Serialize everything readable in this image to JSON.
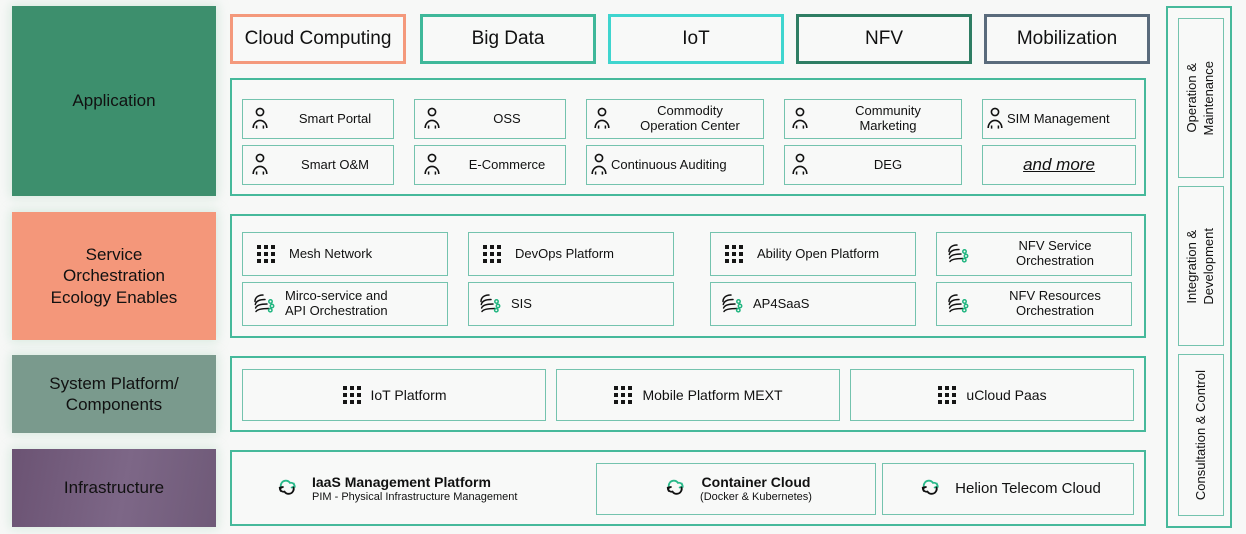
{
  "layers": [
    {
      "id": "application",
      "label": "Application",
      "color": "#3d8f6d"
    },
    {
      "id": "service-orchestration",
      "label": "Service\nOrchestration\nEcology Enables",
      "color": "#f4977a"
    },
    {
      "id": "system-platform",
      "label": "System Platform/\nComponents",
      "color": "#7a9a8d"
    },
    {
      "id": "infrastructure",
      "label": "Infrastructure",
      "color": "#6b5373"
    }
  ],
  "domains": [
    {
      "label": "Cloud Computing",
      "border": "#f4997c"
    },
    {
      "label": "Big Data",
      "border": "#3fb89a"
    },
    {
      "label": "IoT",
      "border": "#3fd5cf"
    },
    {
      "label": "NFV",
      "border": "#2e7d63"
    },
    {
      "label": "Mobilization",
      "border": "#5a6b7c"
    }
  ],
  "application_items": [
    {
      "label": "Smart Portal",
      "icon": "person-icon"
    },
    {
      "label": "OSS",
      "icon": "person-icon"
    },
    {
      "label": "Commodity\nOperation Center",
      "icon": "person-icon"
    },
    {
      "label": "Community\nMarketing",
      "icon": "person-icon"
    },
    {
      "label": "SIM Management",
      "icon": "person-icon"
    },
    {
      "label": "Smart O&M",
      "icon": "person-icon"
    },
    {
      "label": "E-Commerce",
      "icon": "person-icon"
    },
    {
      "label": "Continuous Auditing",
      "icon": "person-icon"
    },
    {
      "label": "DEG",
      "icon": "person-icon"
    },
    {
      "label": "and more",
      "icon": "none"
    }
  ],
  "service_items": [
    {
      "label": "Mesh Network",
      "icon": "grid-dots-icon"
    },
    {
      "label": "DevOps Platform",
      "icon": "grid-dots-icon"
    },
    {
      "label": "Ability Open Platform",
      "icon": "grid-dots-icon"
    },
    {
      "label": "NFV Service\nOrchestration",
      "icon": "network-fan-icon"
    },
    {
      "label": "Mirco-service and\nAPI Orchestration",
      "icon": "network-fan-icon"
    },
    {
      "label": "SIS",
      "icon": "network-fan-icon"
    },
    {
      "label": "AP4SaaS",
      "icon": "network-fan-icon"
    },
    {
      "label": "NFV Resources\nOrchestration",
      "icon": "network-fan-icon"
    }
  ],
  "system_items": [
    {
      "label": "IoT Platform",
      "icon": "grid-dots-icon"
    },
    {
      "label": "Mobile Platform MEXT",
      "icon": "grid-dots-icon"
    },
    {
      "label": "uCloud Paas",
      "icon": "grid-dots-icon"
    }
  ],
  "infrastructure_items": [
    {
      "title": "IaaS Management Platform",
      "subtitle": "PIM - Physical Infrastructure Management",
      "icon": "cloud-sync-icon",
      "boxed": false
    },
    {
      "title": "Container Cloud",
      "subtitle": "(Docker & Kubernetes)",
      "icon": "cloud-sync-icon",
      "boxed": true
    },
    {
      "title": "Helion Telecom Cloud",
      "subtitle": "",
      "icon": "cloud-sync-icon",
      "boxed": true
    }
  ],
  "side_rail": [
    {
      "label": "Operation &\nMaintenance"
    },
    {
      "label": "Integration &\nDevelopment"
    },
    {
      "label": "Consultation & Control"
    }
  ],
  "theme": {
    "panel_border": "#46b99b",
    "card_border": "#74c3ae",
    "card_bg": "#f8f9f8",
    "page_bg": "#f7f8f7",
    "icon_accent": "#1fb57f"
  }
}
